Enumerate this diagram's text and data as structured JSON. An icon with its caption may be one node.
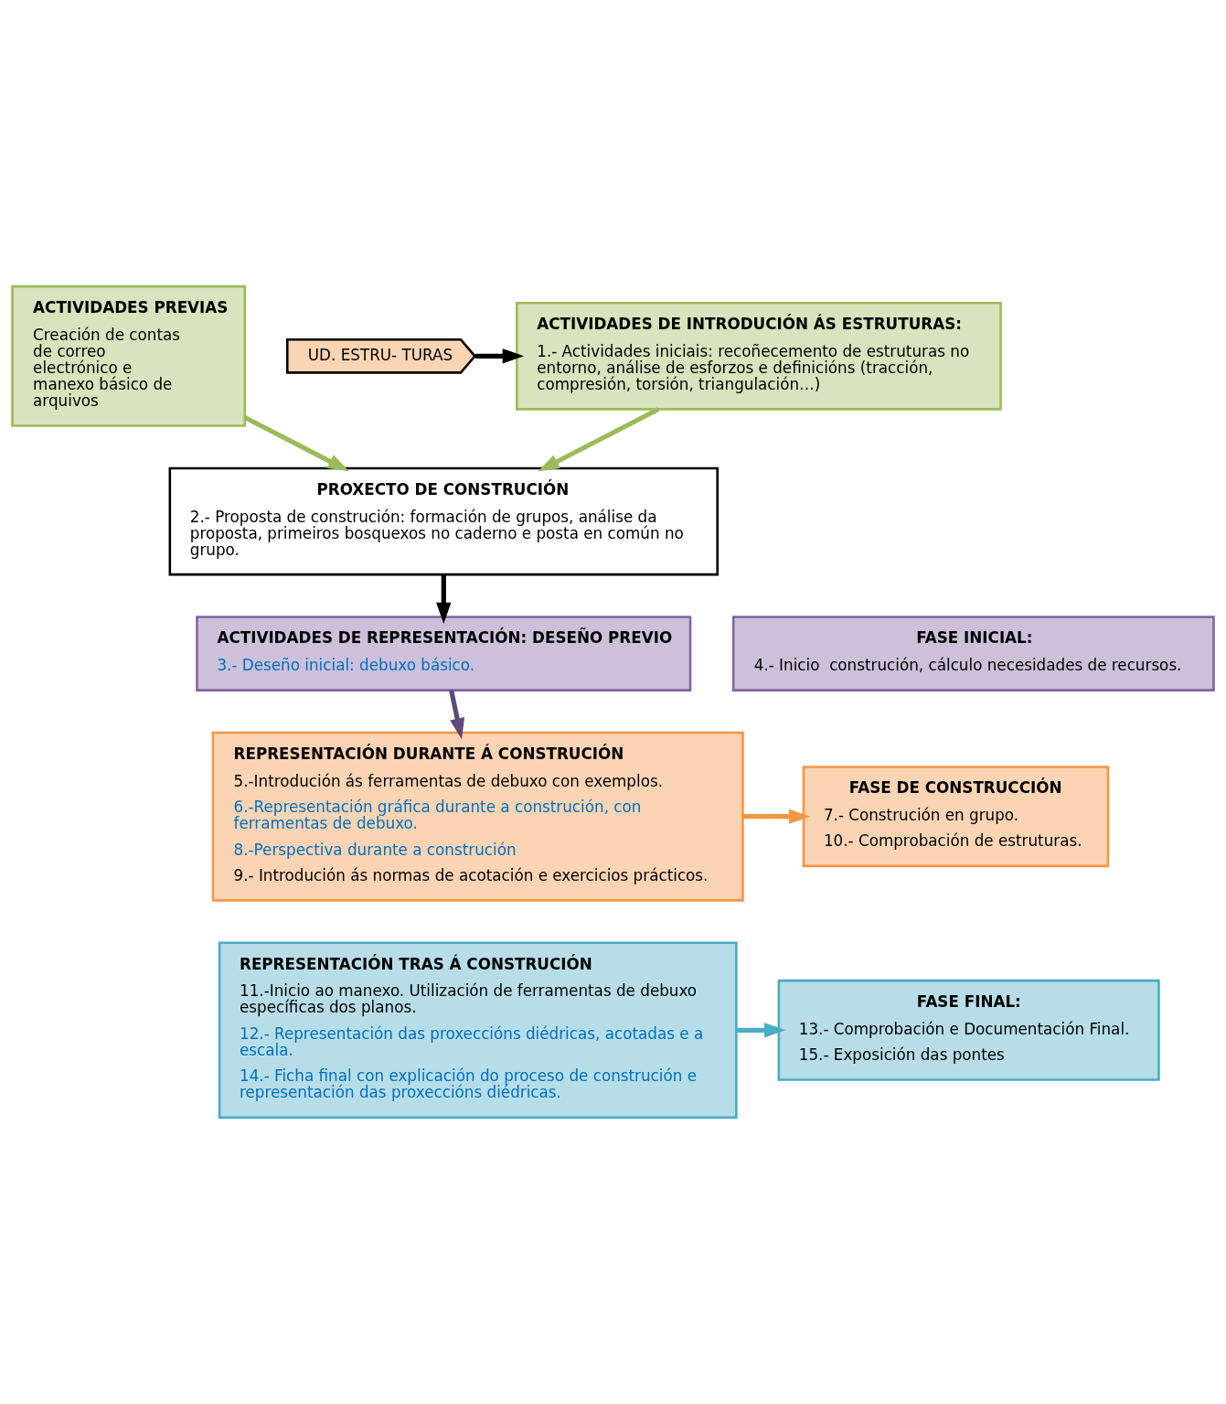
{
  "diagram": {
    "nodes": [
      {
        "text": [
          "ACTIVIDADES PREVIAS",
          "Creación de contas de correo electrónico e manexo básico de arquivos"
        ]
      },
      {
        "text": [
          "UD. ESTRU- TURAS"
        ]
      },
      {
        "text": [
          "ACTIVIDADES DE INTRODUCIÓN ÁS ESTRUTURAS:",
          "1.- Actividades iniciais: recoñecemento de estruturas no entorno, análise de esforzos e definicións (tracción, compresión, torsión, triangulación…)"
        ]
      },
      {
        "text": [
          "PROXECTO DE CONSTRUCIÓN",
          "2.- Proposta de construción: formación de grupos, análise da proposta, primeiros bosquexos no caderno e posta en común no grupo."
        ]
      },
      {
        "text": [
          "ACTIVIDADES DE REPRESENTACIÓN: DESEÑO PREVIO",
          "3.- Deseño inicial: debuxo básico."
        ]
      },
      {
        "text": [
          "FASE INICIAL:",
          "4.- Inicio  construción, cálculo necesidades de recursos."
        ]
      },
      {
        "text": [
          "REPRESENTACIÓN DURANTE Á CONSTRUCIÓN",
          "5.-Introdución ás ferramentas de debuxo con exemplos.",
          "6.-Representación gráfica durante a construción, con ferramentas de debuxo.",
          "8.-Perspectiva durante a construción",
          "9.- Introdución ás normas de acotación e exercicios prácticos."
        ]
      },
      {
        "text": [
          "FASE DE CONSTRUCCIÓN",
          "7.- Construción en grupo.",
          "10.- Comprobación de estruturas."
        ]
      },
      {
        "text": [
          "REPRESENTACIÓN TRAS Á CONSTRUCIÓN",
          "11.-Inicio ao manexo. Utilización de ferramentas de debuxo específicas dos planos.",
          "12.- Representación das proxeccións diédricas, acotadas e a escala.",
          "14.- Ficha final con explicación do proceso de construción e representación das proxeccións diédricas."
        ]
      },
      {
        "text": [
          "FASE FINAL:",
          "13.- Comprobación e Documentación Final.",
          "15.- Exposición das pontes"
        ]
      }
    ],
    "edges": [
      {
        "from": 0,
        "to": 3,
        "arrow": "to",
        "color": "#9bbb59"
      },
      {
        "from": 1,
        "to": 2,
        "arrow": "to",
        "color": "#000000"
      },
      {
        "from": 2,
        "to": 3,
        "arrow": "to",
        "color": "#9bbb59"
      },
      {
        "from": 3,
        "to": 4,
        "arrow": "to",
        "color": "#000000"
      },
      {
        "from": 4,
        "to": 6,
        "arrow": "to",
        "color": "#5f497a"
      },
      {
        "from": 6,
        "to": 7,
        "arrow": "to",
        "color": "#f79646"
      },
      {
        "from": 8,
        "to": 9,
        "arrow": "to",
        "color": "#4bacc6"
      }
    ]
  }
}
